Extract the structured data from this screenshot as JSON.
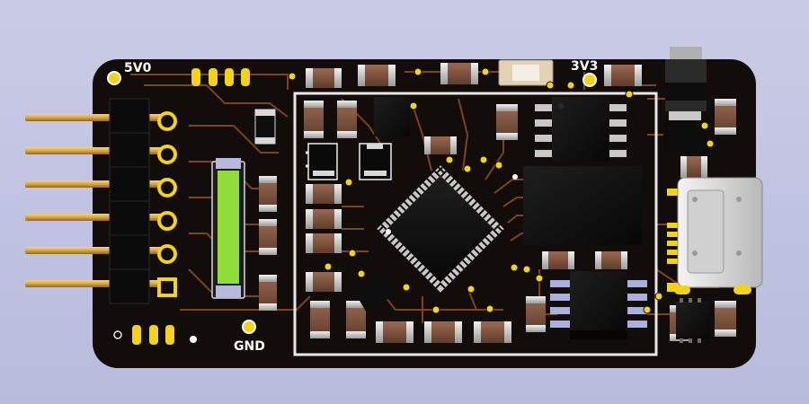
{
  "board": {
    "silkscreen_labels": {
      "v5": "5V0",
      "v3": "3V3",
      "gnd": "GND"
    },
    "colors": {
      "background": "#c4c6e4",
      "soldermask": "#120c0a",
      "copper_trace": "#8a4a22",
      "gold_pad": "#f2d21a",
      "silkscreen": "#ffffff",
      "ceramic_cap": "#7a5240",
      "ic_body": "#141414",
      "pin_header": "#d6a84a",
      "led_green": "#8fdc3a",
      "usb_shell": "#d8d8d8"
    },
    "components": {
      "pin_header_count": 6,
      "mcu_package": "QFP",
      "usb_connector": "micro-usb"
    }
  }
}
